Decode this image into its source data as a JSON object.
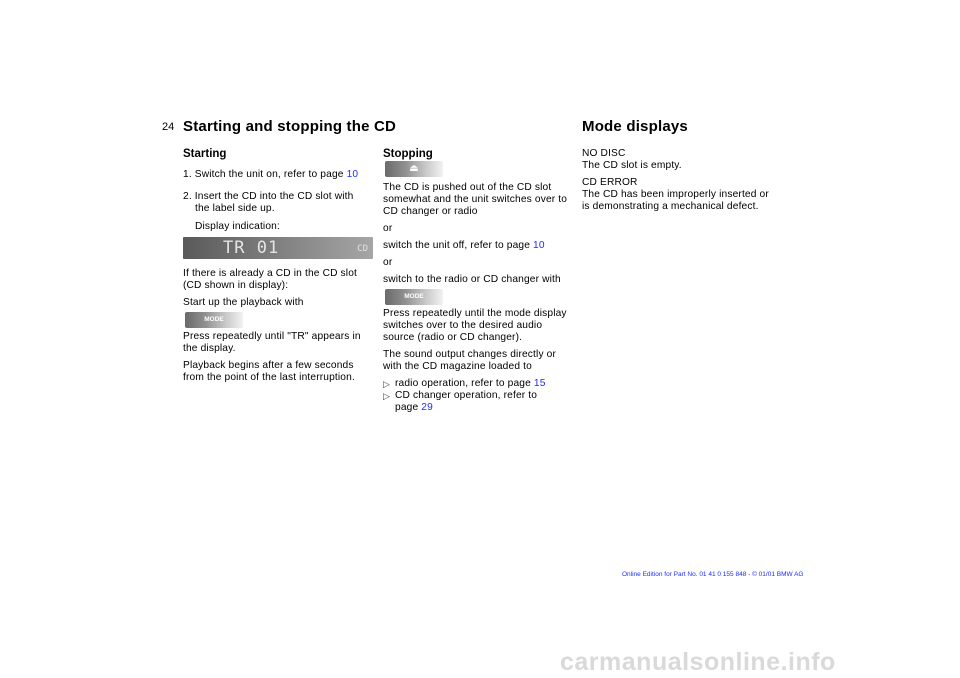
{
  "page_number": "24",
  "left_title": "Starting and stopping the CD",
  "right_title": "Mode displays",
  "starting": {
    "heading": "Starting",
    "step1_text": "1. Switch the unit on, refer to page ",
    "step1_link": "10",
    "step2_line1": "2. Insert the CD into the CD slot with",
    "step2_line2": "the label side up.",
    "display_indication": "Display indication:",
    "display_main": "TR 01",
    "display_sub": "CD",
    "if_already_l1": "If there is already a CD in the CD slot",
    "if_already_l2": "(CD shown in display):",
    "start_playback": "Start up the playback with",
    "mode_button": "MODE",
    "press_l1": "Press repeatedly until \"TR\" appears in",
    "press_l2": "the display.",
    "playback_l1": "Playback begins after a few seconds",
    "playback_l2": "from the point of the last interruption."
  },
  "stopping": {
    "heading": "Stopping",
    "eject_symbol": "⏏",
    "p1_l1": "The CD is pushed out of the CD slot",
    "p1_l2": "somewhat and the unit switches over to",
    "p1_l3": "CD changer or radio",
    "or1": "or",
    "switch_off_text": "switch the unit off, refer to page ",
    "switch_off_link": "10",
    "or2": "or",
    "switch_to": "switch to the radio or CD changer with",
    "mode_button": "MODE",
    "press_l1": "Press repeatedly until the mode display",
    "press_l2": "switches over to the desired audio",
    "press_l3": "source (radio or CD changer).",
    "sound_l1": "The sound output changes directly or",
    "sound_l2": "with the CD magazine loaded to",
    "bullet1_text": "radio operation, refer to page ",
    "bullet1_link": "15",
    "bullet2_l1": "CD changer operation, refer to",
    "bullet2_l2": "page ",
    "bullet2_link": "29"
  },
  "mode_displays": {
    "nodisc_title": "NO DISC",
    "nodisc_desc": "The CD slot is empty.",
    "cderror_title": "CD ERROR",
    "cderror_l1": "The CD has been improperly inserted or",
    "cderror_l2": "is demonstrating a mechanical defect."
  },
  "footer": "Online Edition for Part No. 01 41 0 155 848 - © 01/01 BMW AG",
  "watermark": "carmanualsonline.info",
  "colors": {
    "link": "#1c2cff",
    "watermark": "#d9d9d9"
  }
}
